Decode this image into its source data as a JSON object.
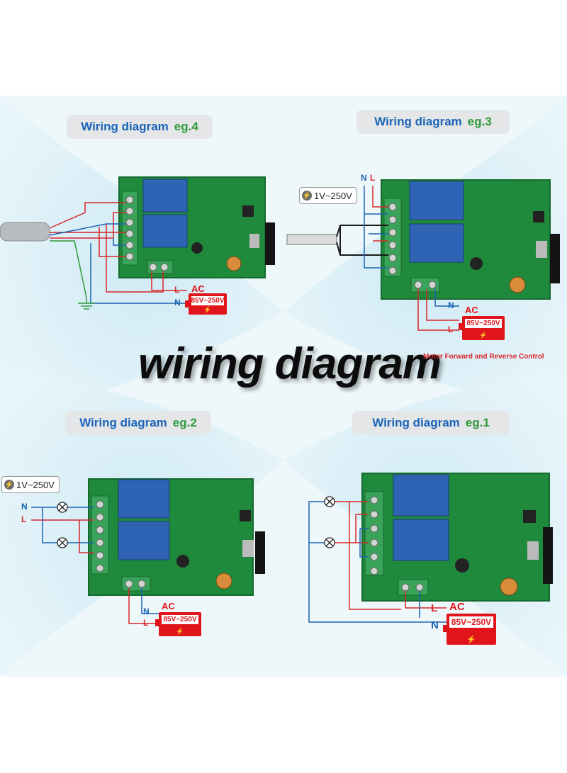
{
  "title": "wiring diagram",
  "colors": {
    "label_blue": "#1a63b8",
    "label_green": "#2f9a3a",
    "board_green": "#1f8a3c",
    "relay_blue": "#2e64b3",
    "wire_red": "#d8262b",
    "wire_blue": "#1c63b4",
    "power_red": "#e0141a"
  },
  "panels": [
    {
      "id": "eg4",
      "label": "Wiring diagram",
      "example": "eg.4",
      "ac_label": "AC",
      "ac_voltage": "85V~250V",
      "wire_L": "L",
      "wire_N": "N"
    },
    {
      "id": "eg3",
      "label": "Wiring diagram",
      "example": "eg.3",
      "voltage_badge": "1V~250V",
      "top_N": "N",
      "top_L": "L",
      "ac_label": "AC",
      "ac_voltage": "85V~250V",
      "wire_L": "L",
      "wire_N": "N",
      "caption": "Motor Forward and Reverse Control"
    },
    {
      "id": "eg2",
      "label": "Wiring diagram",
      "example": "eg.2",
      "voltage_badge": "1V~250V",
      "side_N": "N",
      "side_L": "L",
      "ac_label": "AC",
      "ac_voltage": "85V~250V",
      "wire_L": "L",
      "wire_N": "N"
    },
    {
      "id": "eg1",
      "label": "Wiring diagram",
      "example": "eg.1",
      "ac_label": "AC",
      "ac_voltage": "85V~250V",
      "wire_L": "L",
      "wire_N": "N"
    }
  ],
  "icons": [
    "lightning-icon",
    "lamp-icon",
    "ground-icon",
    "bolt-icon"
  ]
}
